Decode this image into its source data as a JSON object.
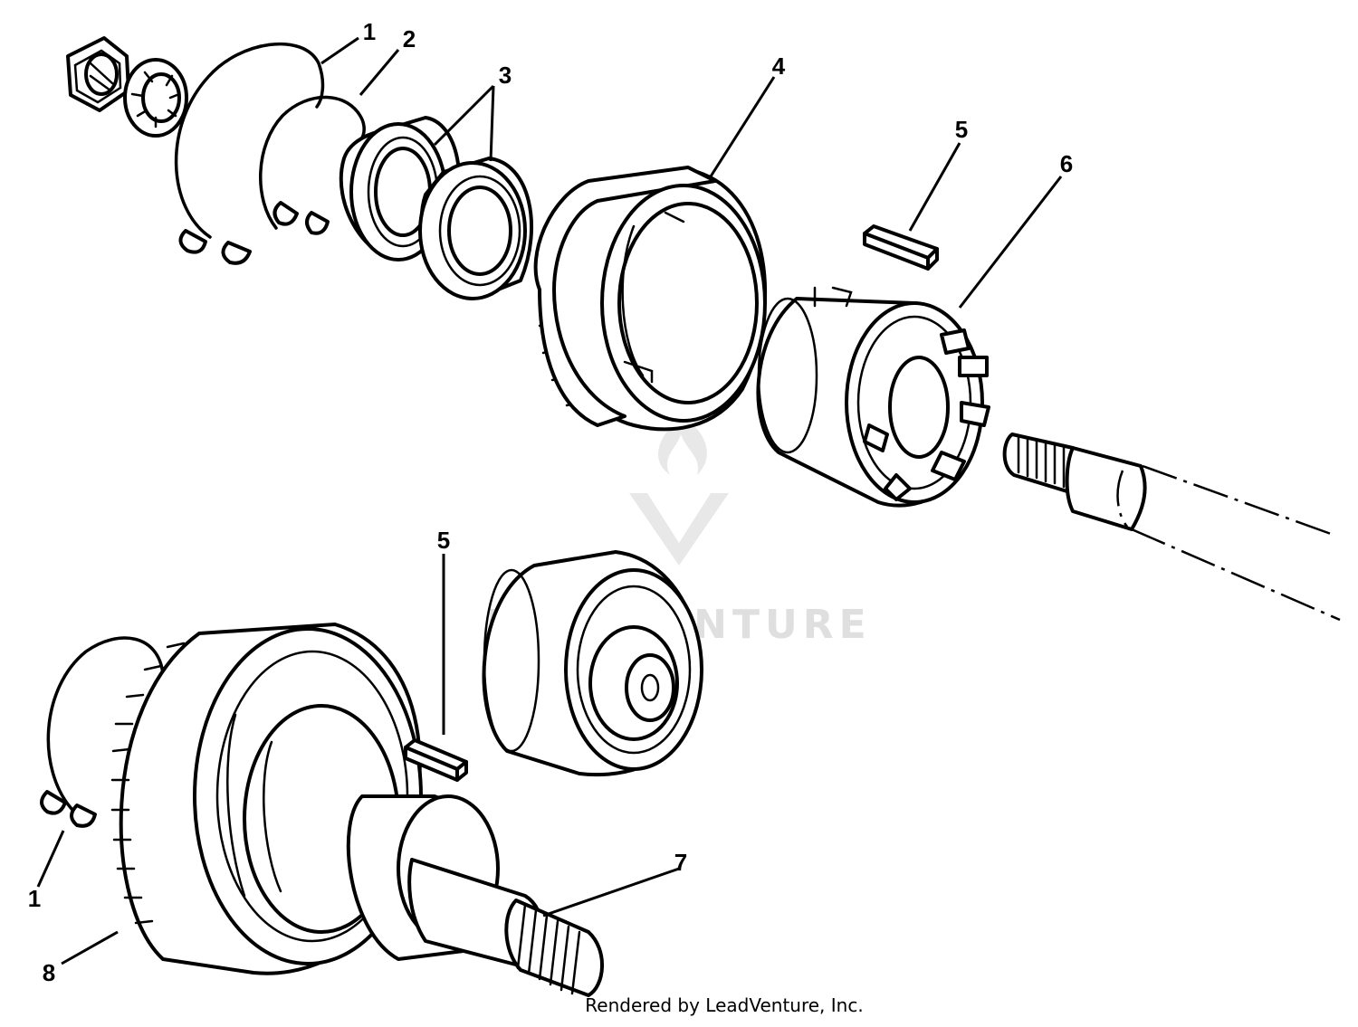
{
  "diagram": {
    "callouts": {
      "c1": "1",
      "c2": "2",
      "c3": "3",
      "c4": "4",
      "c5": "5",
      "c6": "6",
      "c5b": "5",
      "c7": "7",
      "c1b": "1",
      "c8": "8"
    },
    "watermark": "LEADVENTURE",
    "footer": "Rendered by LeadVenture, Inc."
  }
}
